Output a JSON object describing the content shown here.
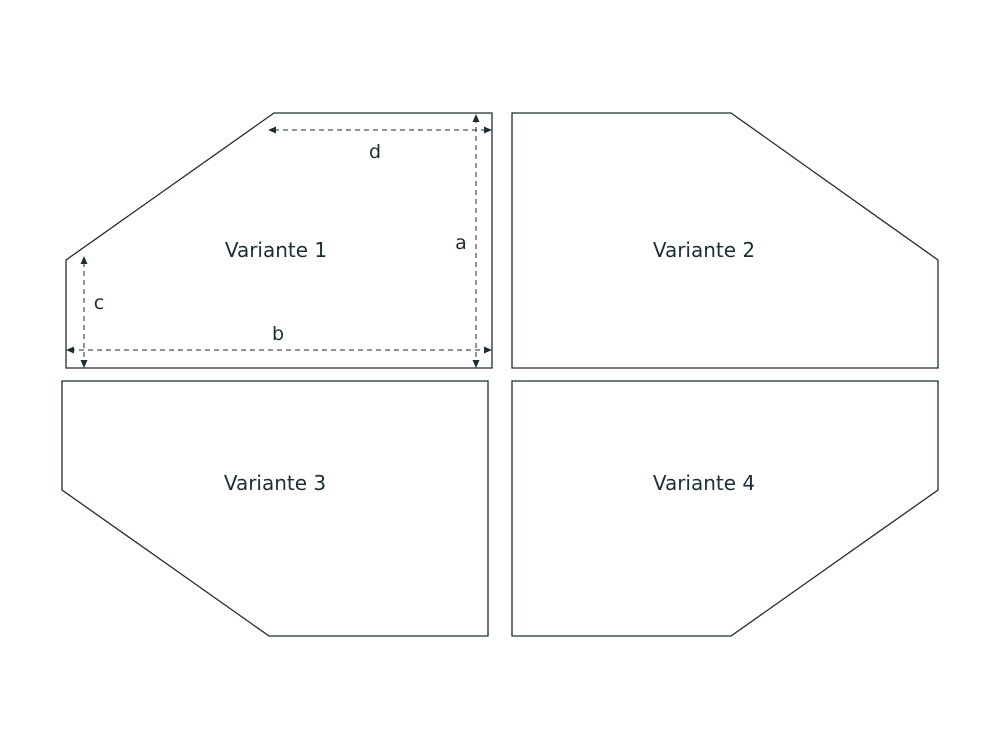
{
  "colors": {
    "stroke": "#1c2e33",
    "text": "#1c2e33",
    "background": "#ffffff"
  },
  "variants": [
    {
      "label": "Variante 1"
    },
    {
      "label": "Variante 2"
    },
    {
      "label": "Variante 3"
    },
    {
      "label": "Variante 4"
    }
  ],
  "dimensions": {
    "a": "a",
    "b": "b",
    "c": "c",
    "d": "d"
  }
}
